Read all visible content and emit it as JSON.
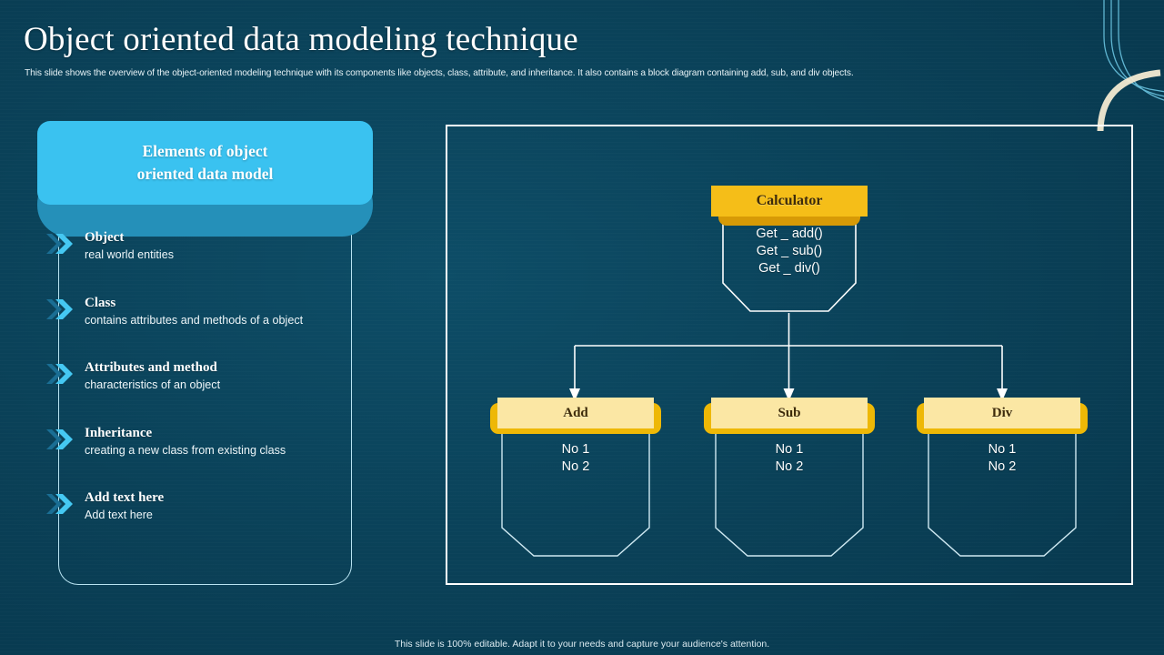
{
  "slide": {
    "title": "Object oriented data modeling technique",
    "subtitle": "This slide shows the overview of the object-oriented modeling technique with its components like objects, class, attribute, and inheritance. It also contains a block diagram containing add, sub, and div objects.",
    "footer": "This slide is 100% editable. Adapt it to your needs and capture your audience's attention.",
    "background_color": "#0a4158"
  },
  "left_panel": {
    "header": "Elements of object\noriented data model",
    "header_color": "#3ac2f0",
    "header_shadow_color": "#2590b9",
    "items": [
      {
        "title": "Object",
        "desc": "real world entities"
      },
      {
        "title": "Class",
        "desc": "contains attributes and methods of a object"
      },
      {
        "title": "Attributes and method",
        "desc": "characteristics of an object"
      },
      {
        "title": "Inheritance",
        "desc": "creating a new class from existing class"
      },
      {
        "title": "Add text here",
        "desc": "Add text here"
      }
    ]
  },
  "diagram": {
    "border_color": "#ffffff",
    "root": {
      "title": "Calculator",
      "header_color": "#f5be18",
      "header_shadow_color": "#d79a06",
      "methods": "Get _ add()\nGet _ sub()\nGet _ div()"
    },
    "children": [
      {
        "title": "Add",
        "header_color": "#fbe7a4",
        "header_shadow_color": "#eeb806",
        "body": "No 1\nNo 2"
      },
      {
        "title": "Sub",
        "header_color": "#fbe7a4",
        "header_shadow_color": "#eeb806",
        "body": "No 1\nNo 2"
      },
      {
        "title": "Div",
        "header_color": "#fbe7a4",
        "header_shadow_color": "#eeb806",
        "body": "No 1\nNo 2"
      }
    ]
  }
}
